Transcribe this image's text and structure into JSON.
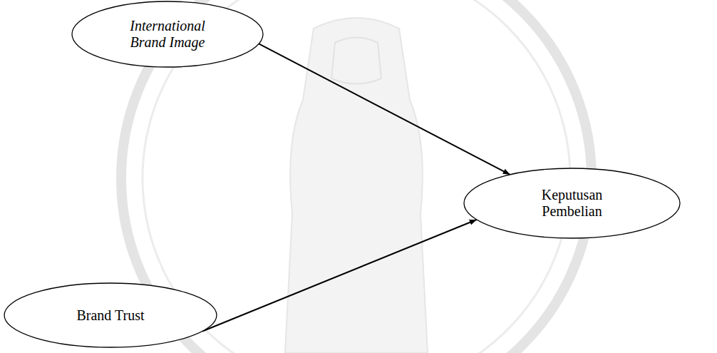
{
  "diagram": {
    "nodes": [
      {
        "text": [
          "International Brand Image"
        ]
      },
      {
        "text": [
          "Brand Trust"
        ]
      },
      {
        "text": [
          "Keputusan Pembelian"
        ]
      }
    ],
    "edges": [
      {
        "from": 0,
        "to": 2,
        "arrow": "to"
      },
      {
        "from": 1,
        "to": 2,
        "arrow": "to"
      }
    ]
  }
}
